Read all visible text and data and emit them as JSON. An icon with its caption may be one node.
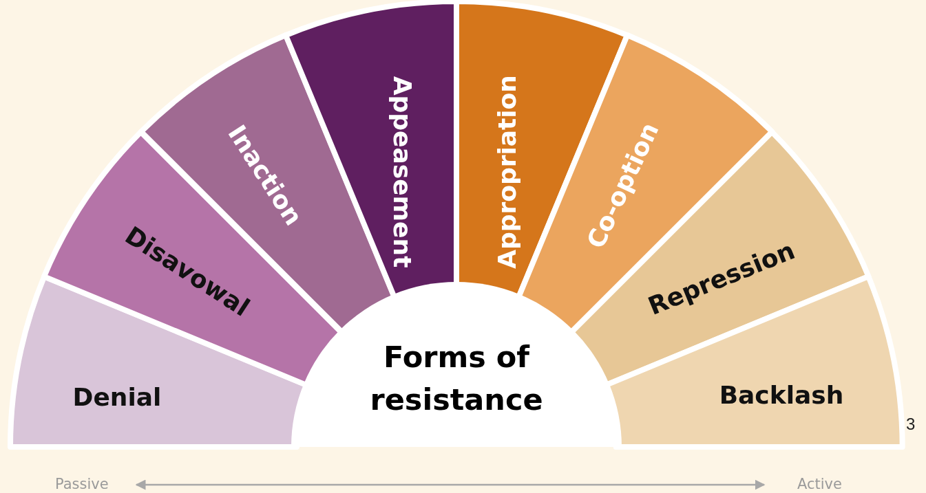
{
  "diagram": {
    "nodes": [
      {
        "text": [
          "Denial"
        ]
      },
      {
        "text": [
          "Disavowal"
        ]
      },
      {
        "text": [
          "Inaction"
        ]
      },
      {
        "text": [
          "Appeasement"
        ]
      },
      {
        "text": [
          "Appropriation"
        ]
      },
      {
        "text": [
          "Co-option"
        ]
      },
      {
        "text": [
          "Repression"
        ]
      },
      {
        "text": [
          "Backlash"
        ]
      },
      {
        "text": [
          "Forms of resistance"
        ]
      }
    ],
    "labels": [
      "Passive",
      "Active",
      "3"
    ]
  }
}
